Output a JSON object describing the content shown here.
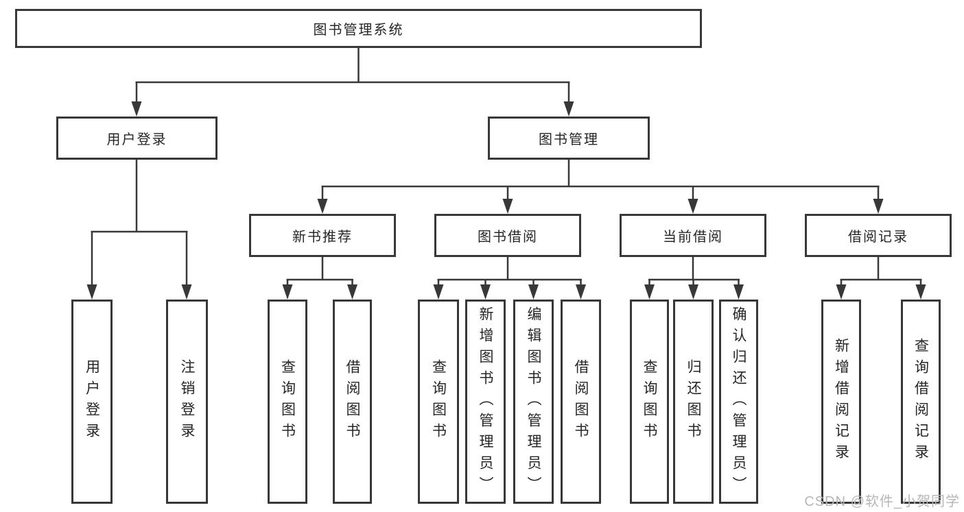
{
  "diagram": {
    "type": "hierarchy-tree",
    "title": "图书管理系统",
    "line_color": "#383838",
    "text_color": "#262626",
    "background_color": "#ffffff"
  },
  "nodes": {
    "root": {
      "label": "图书管理系统"
    },
    "userLogin": {
      "label": "用户登录"
    },
    "bookMgmt": {
      "label": "图书管理"
    },
    "newBookRec": {
      "label": "新书推荐"
    },
    "bookBorrow": {
      "label": "图书借阅"
    },
    "currentBorrow": {
      "label": "当前借阅"
    },
    "borrowRecord": {
      "label": "借阅记录"
    },
    "leafUserLogin": {
      "label": "用户登录"
    },
    "leafLogout": {
      "label": "注销登录"
    },
    "leafQueryBook1": {
      "label": "查询图书"
    },
    "leafBorrowBook1": {
      "label": "借阅图书"
    },
    "leafQueryBook2": {
      "label": "查询图书"
    },
    "leafAddBook": {
      "label": "新增图书（管理员）"
    },
    "leafEditBook": {
      "label": "编辑图书（管理员）"
    },
    "leafBorrowBook2": {
      "label": "借阅图书"
    },
    "leafQueryBook3": {
      "label": "查询图书"
    },
    "leafReturnBook": {
      "label": "归还图书"
    },
    "leafConfirmReturn": {
      "label": "确认归还（管理员）"
    },
    "leafAddBorrowRecord": {
      "label": "新增借阅记录"
    },
    "leafQueryBorrowRecord": {
      "label": "查询借阅记录"
    }
  },
  "edges": [
    [
      "root",
      "userLogin"
    ],
    [
      "root",
      "bookMgmt"
    ],
    [
      "userLogin",
      "leafUserLogin"
    ],
    [
      "userLogin",
      "leafLogout"
    ],
    [
      "bookMgmt",
      "newBookRec"
    ],
    [
      "bookMgmt",
      "bookBorrow"
    ],
    [
      "bookMgmt",
      "currentBorrow"
    ],
    [
      "bookMgmt",
      "borrowRecord"
    ],
    [
      "newBookRec",
      "leafQueryBook1"
    ],
    [
      "newBookRec",
      "leafBorrowBook1"
    ],
    [
      "bookBorrow",
      "leafQueryBook2"
    ],
    [
      "bookBorrow",
      "leafAddBook"
    ],
    [
      "bookBorrow",
      "leafEditBook"
    ],
    [
      "bookBorrow",
      "leafBorrowBook2"
    ],
    [
      "currentBorrow",
      "leafQueryBook3"
    ],
    [
      "currentBorrow",
      "leafReturnBook"
    ],
    [
      "currentBorrow",
      "leafConfirmReturn"
    ],
    [
      "borrowRecord",
      "leafAddBorrowRecord"
    ],
    [
      "borrowRecord",
      "leafQueryBorrowRecord"
    ]
  ],
  "watermark": {
    "text": "CSDN @软件_小贺同学",
    "color": "#b6b6b6"
  }
}
